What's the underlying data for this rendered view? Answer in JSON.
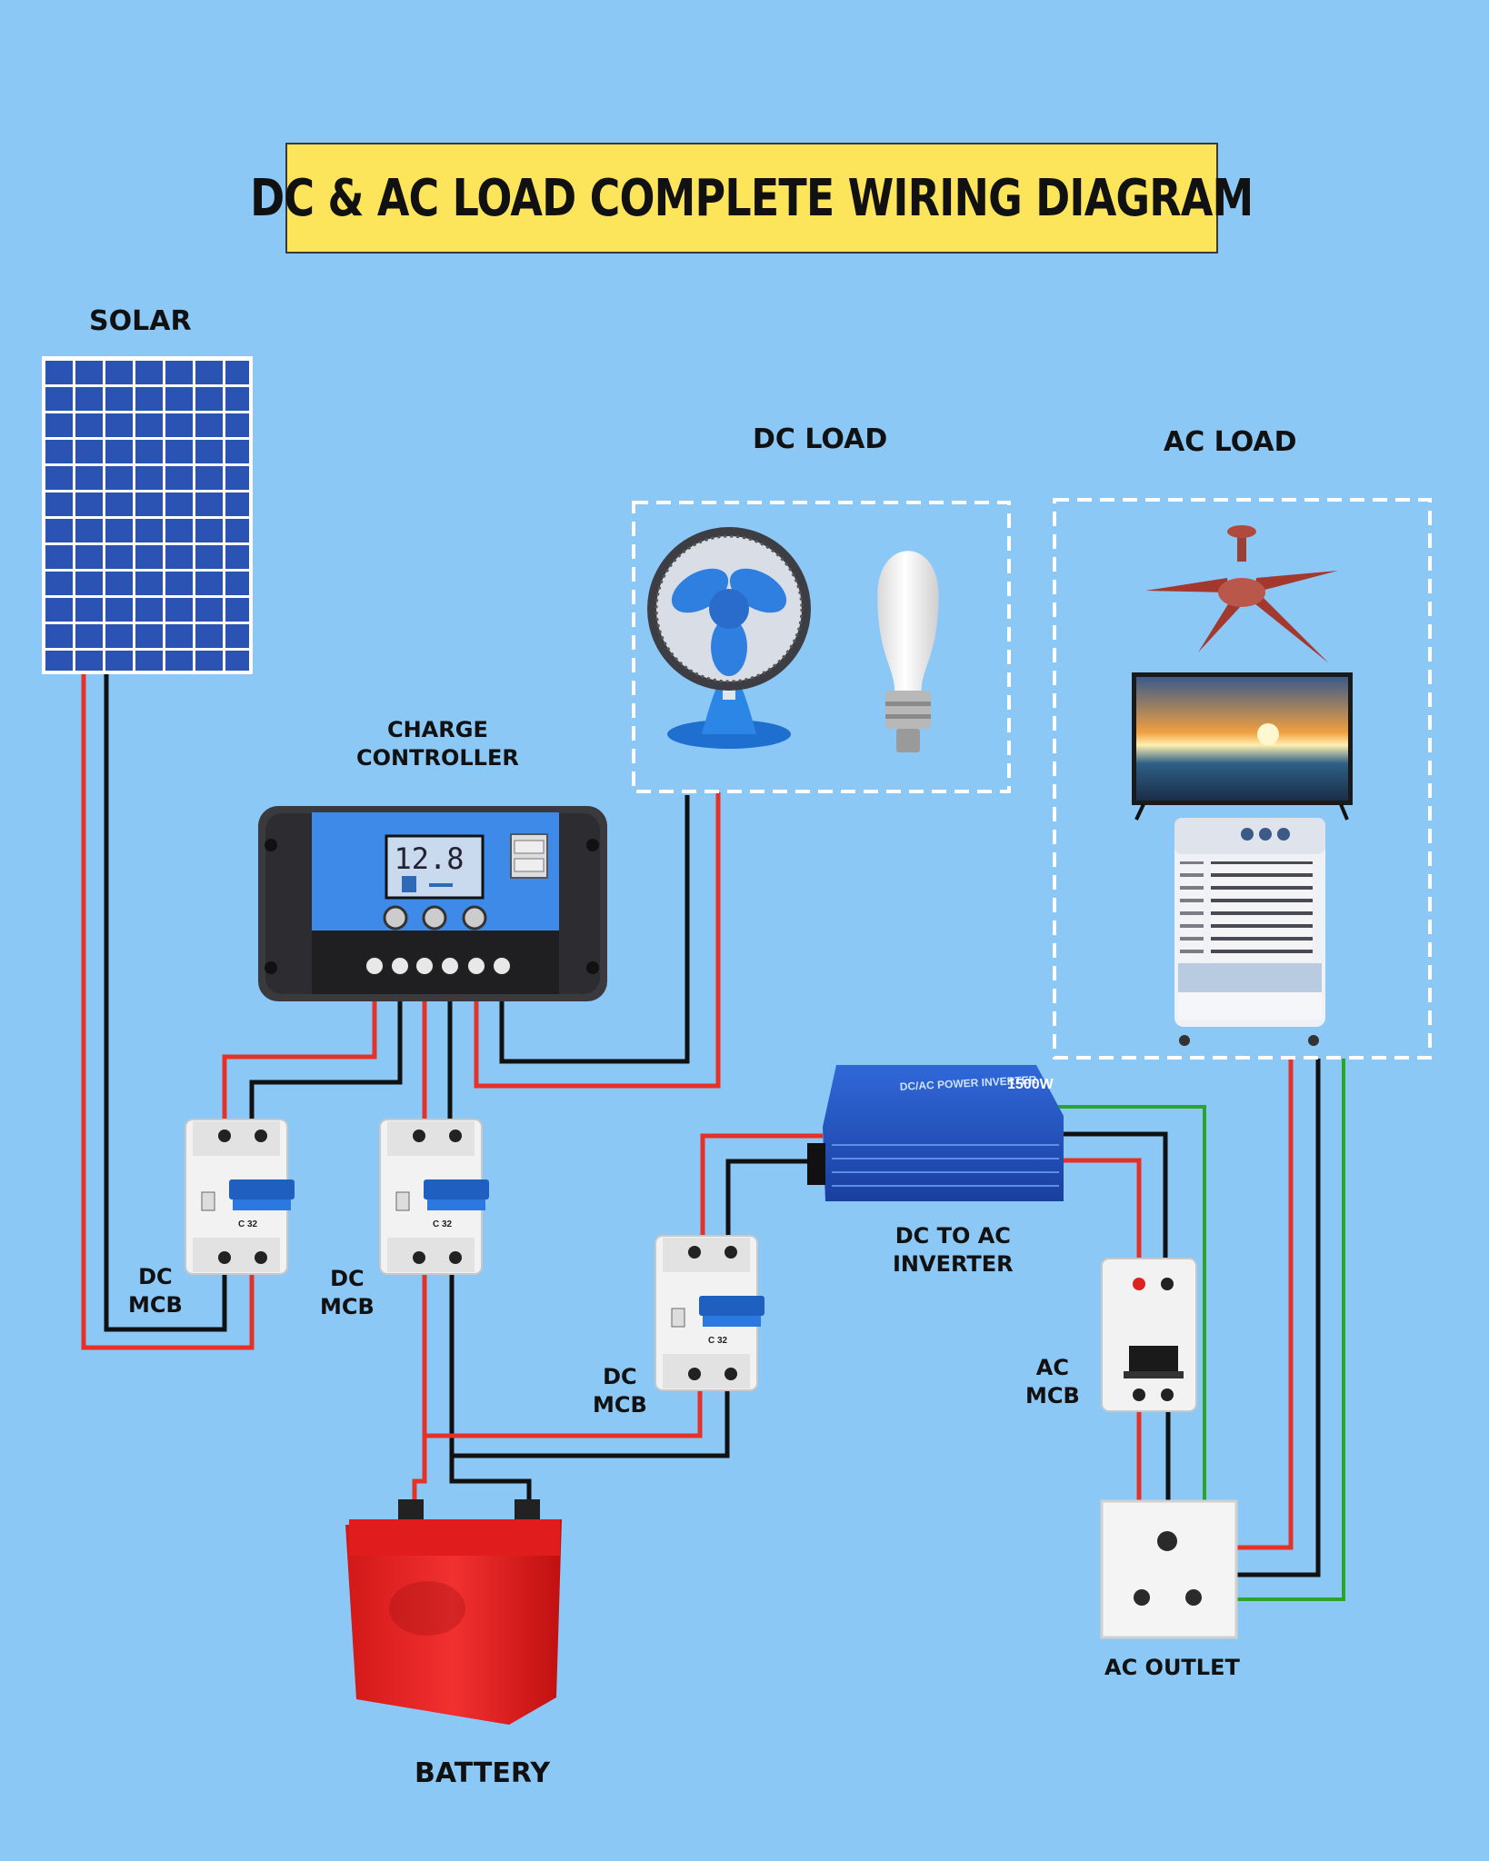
{
  "title": "DC & AC LOAD COMPLETE WIRING DIAGRAM",
  "labels": {
    "solar": "SOLAR",
    "dc_load": "DC LOAD",
    "ac_load": "AC LOAD",
    "charge_controller": "CHARGE\nCONTROLLER",
    "controller_display": "12.8",
    "dc_mcb": "DC\nMCB",
    "ac_mcb": "AC\nMCB",
    "inverter": "DC TO AC\nINVERTER",
    "inverter_brand": "DC/AC POWER INVERTER",
    "inverter_rating": "1500W",
    "mcb_rating": "C 32",
    "battery": "BATTERY",
    "ac_outlet": "AC OUTLET"
  },
  "colors": {
    "background": "#8cc8f6",
    "title_bg": "#fce55a",
    "wire_positive": "#e53228",
    "wire_negative": "#111111",
    "wire_earth": "#2aa52a"
  }
}
